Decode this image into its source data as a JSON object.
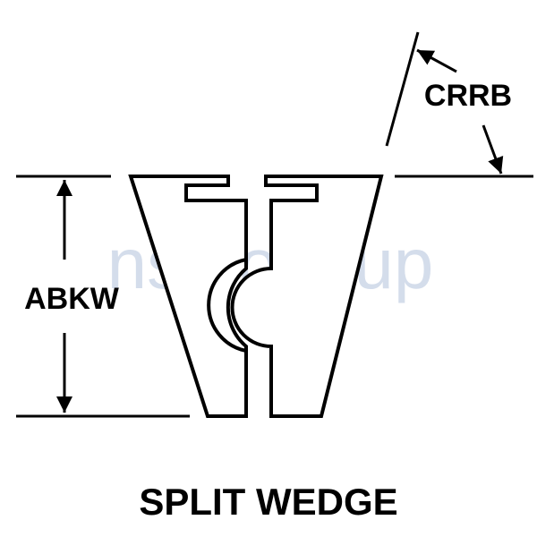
{
  "diagram": {
    "title": "SPLIT WEDGE",
    "dimensions": {
      "height_label": "ABKW",
      "angle_label": "CRRB"
    },
    "watermark": "nsnlookup",
    "colors": {
      "line": "#000000",
      "background": "#ffffff",
      "watermark": "#9fb4d2"
    }
  }
}
